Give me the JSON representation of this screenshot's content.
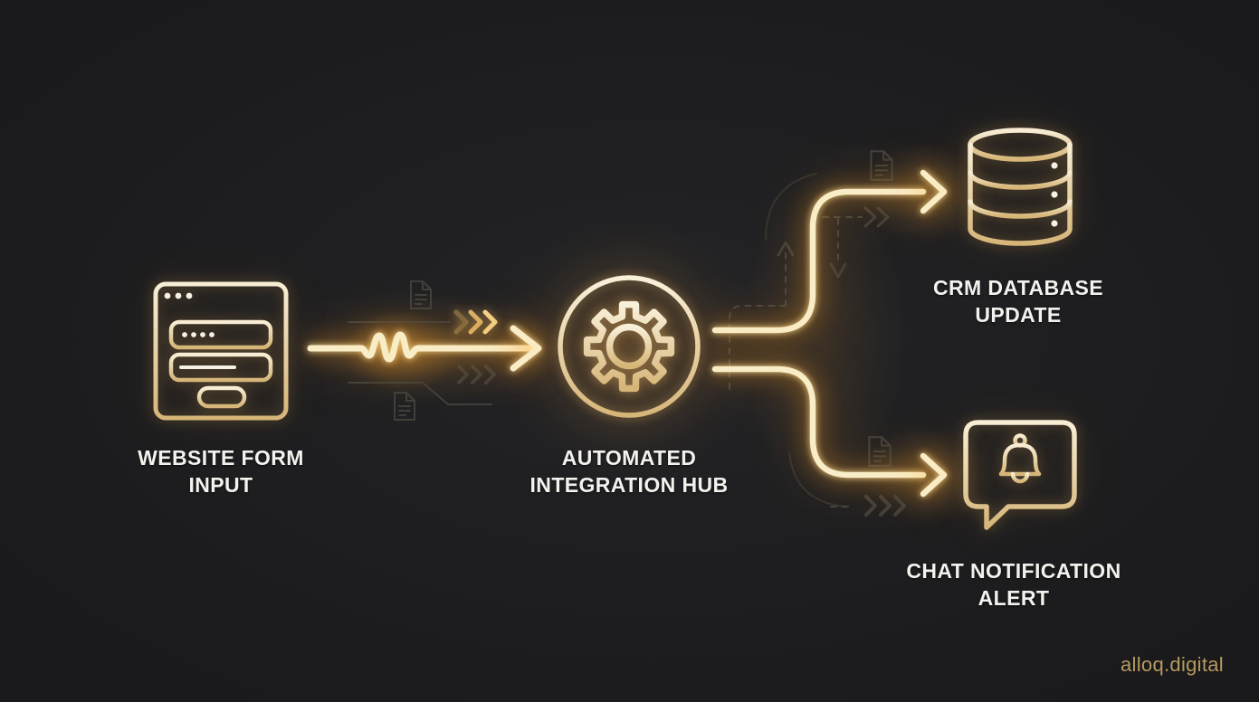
{
  "diagram": {
    "type": "automation-flow",
    "nodes": {
      "form": {
        "icon": "browser-form-icon",
        "line1": "WEBSITE FORM",
        "line2": "INPUT"
      },
      "hub": {
        "icon": "gear-icon",
        "line1": "AUTOMATED",
        "line2": "INTEGRATION HUB"
      },
      "crm": {
        "icon": "database-icon",
        "line1": "CRM DATABASE",
        "line2": "UPDATE"
      },
      "chat": {
        "icon": "bell-chat-icon",
        "line1": "CHAT NOTIFICATION",
        "line2": "ALERT"
      }
    },
    "edges": [
      {
        "from": "form",
        "to": "hub",
        "style": "glowing-line-with-squiggle-and-arrow"
      },
      {
        "from": "hub",
        "to": "crm",
        "style": "glowing-curved-line-with-arrow"
      },
      {
        "from": "hub",
        "to": "chat",
        "style": "glowing-curved-line-with-arrow"
      }
    ],
    "decorations": [
      "document-icons",
      "chevron-triples",
      "dashed-guide-paths"
    ]
  },
  "watermark": "alloq.digital",
  "colors": {
    "background": "#1e1e20",
    "line_gold": "#f9edc7",
    "icon_gold_light": "#f8eed6",
    "icon_gold_dark": "#d6b578",
    "glow_orange": "#ffa52d",
    "label_text": "#f4f2ee",
    "watermark_gold": "#b79a5f",
    "deco_gray": "#45443e"
  }
}
